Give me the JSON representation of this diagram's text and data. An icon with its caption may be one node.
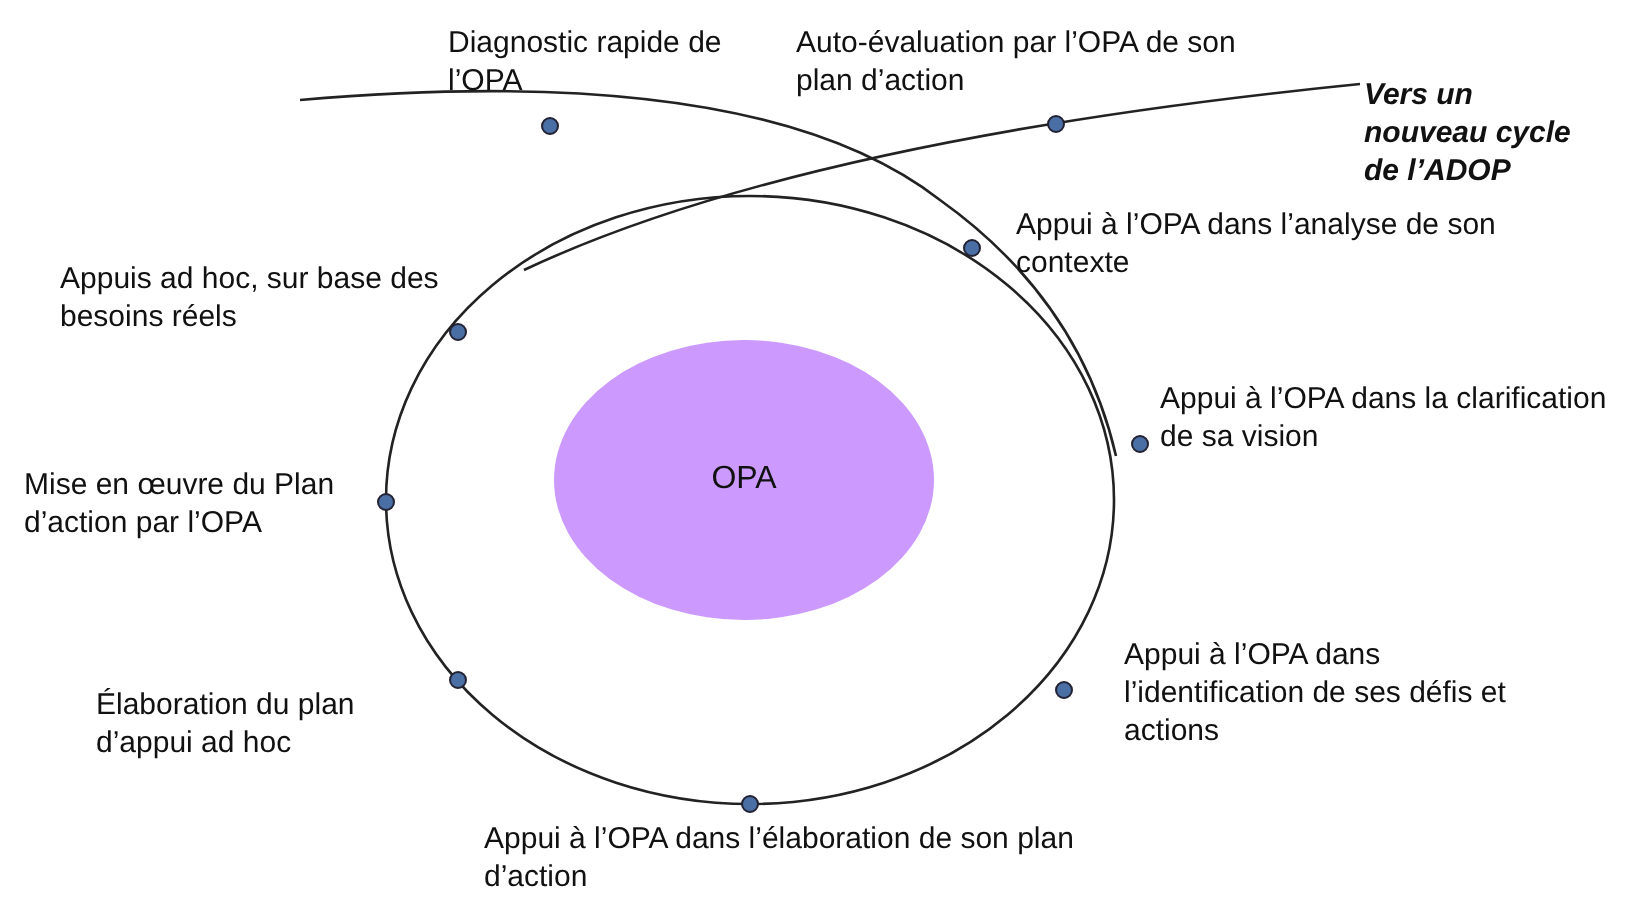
{
  "diagram": {
    "nodes": [
      {
        "text": [
          "Diagnostic rapide de l’OPA"
        ]
      },
      {
        "text": [
          "Auto-évaluation par l’OPA de son plan d’action"
        ]
      },
      {
        "text": [
          "Appui à l’OPA dans l’analyse de son contexte"
        ]
      },
      {
        "text": [
          "Appuis ad hoc, sur base des besoins réels"
        ]
      },
      {
        "text": [
          "Appui à l’OPA dans la clarification de sa vision"
        ]
      },
      {
        "text": [
          "Mise en œuvre du Plan d’action par l’OPA"
        ]
      },
      {
        "text": [
          "OPA"
        ]
      },
      {
        "text": [
          "Appui à l’OPA dans l’identification de ses défis et actions"
        ]
      },
      {
        "text": [
          "Élaboration du plan d’appui ad hoc"
        ]
      },
      {
        "text": [
          "Appui à l’OPA dans l’élaboration de son plan d’action"
        ]
      }
    ],
    "labels": [
      "Vers un nouveau cycle de l’ADOP"
    ]
  }
}
